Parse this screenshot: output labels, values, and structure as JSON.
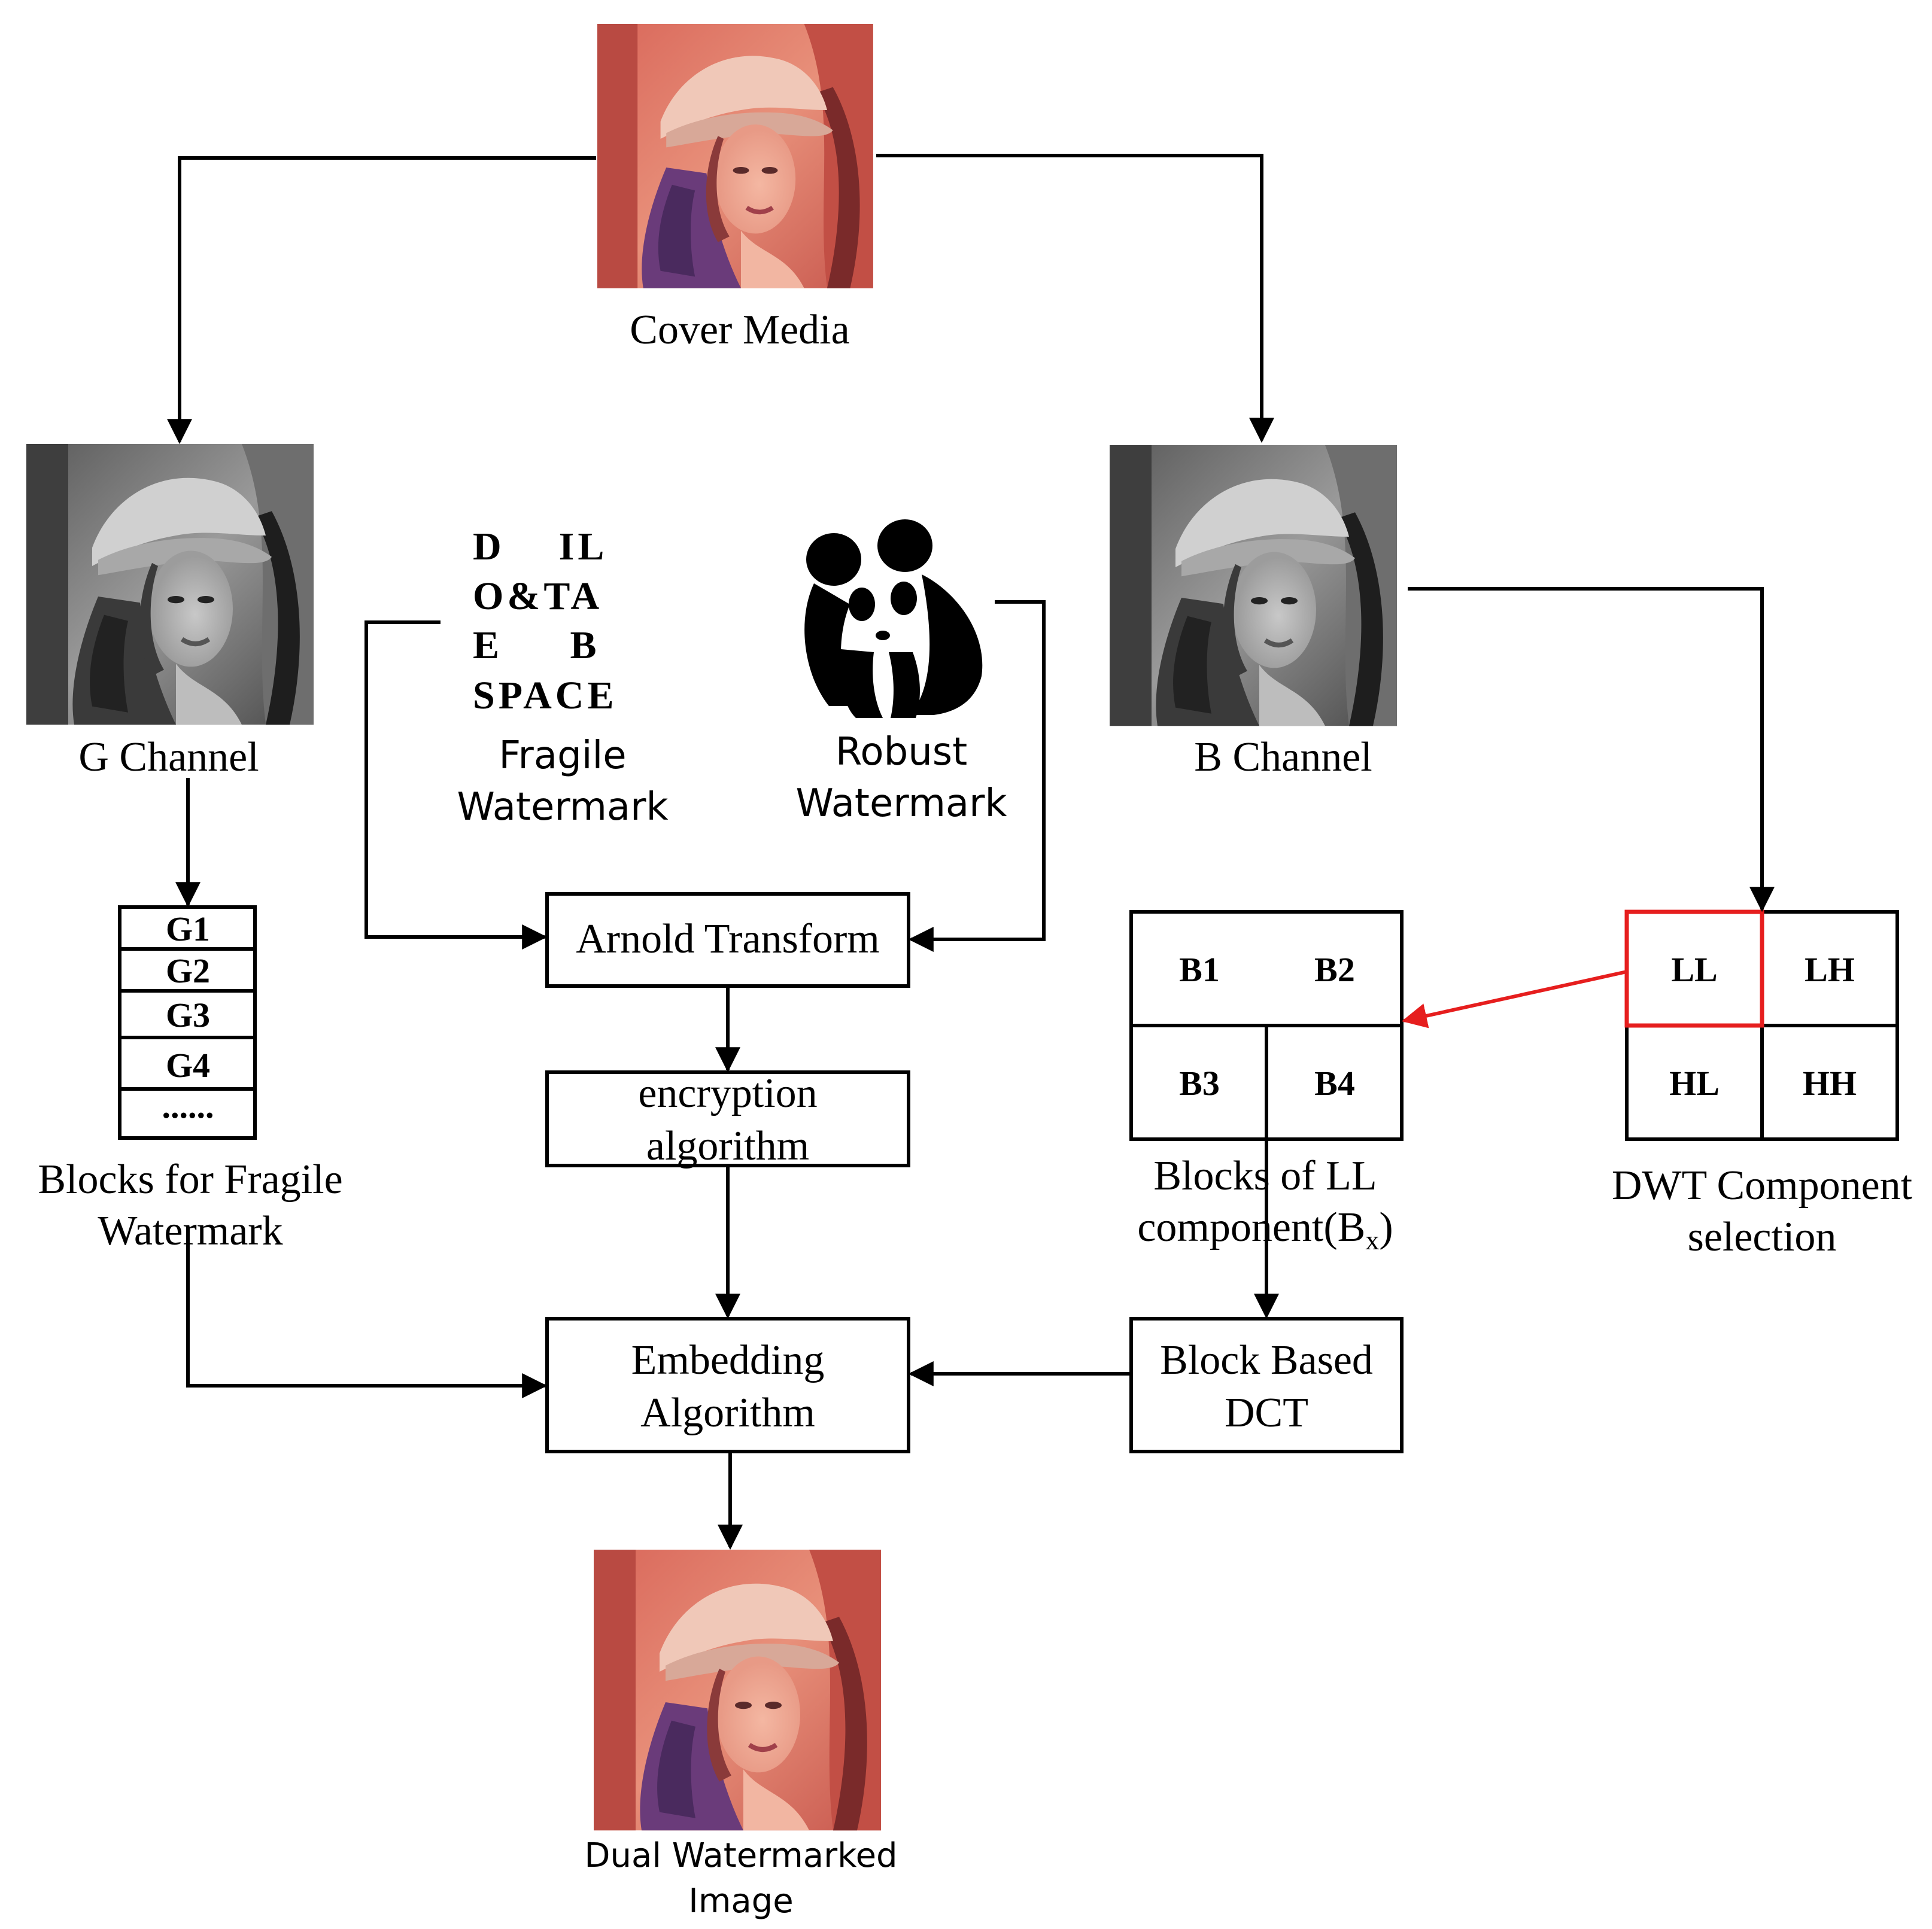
{
  "labels": {
    "cover_media": "Cover Media",
    "g_channel": "G Channel",
    "b_channel": "B Channel",
    "fragile_watermark_1": "Fragile",
    "fragile_watermark_2": "Watermark",
    "robust_watermark_1": "Robust",
    "robust_watermark_2": "Watermark",
    "blocks_fragile_1": "Blocks for Fragile",
    "blocks_fragile_2": "Watermark",
    "blocks_ll_1": "Blocks of LL",
    "blocks_ll_2": "component(B",
    "blocks_ll_sub": "x",
    "blocks_ll_3": ")",
    "dwt_1": "DWT Component",
    "dwt_2": "selection",
    "dual_1": "Dual Watermarked",
    "dual_2": "Image"
  },
  "process": {
    "arnold": "Arnold Transform",
    "encryption_1": "encryption",
    "encryption_2": "algorithm",
    "embedding_1": "Embedding",
    "embedding_2": "Algorithm",
    "dct_1": "Block Based",
    "dct_2": "DCT"
  },
  "g_blocks": [
    "G1",
    "G2",
    "G3",
    "G4",
    "......"
  ],
  "ll_blocks": [
    "B1",
    "B2",
    "B3",
    "B4"
  ],
  "dwt_quadrants": [
    "LL",
    "LH",
    "HL",
    "HH"
  ],
  "fragile_mark_text": {
    "row1": "D    IL",
    "row2": "O&TA",
    "row3": "E     B",
    "row4": "SPACE"
  },
  "colors": {
    "highlight": "#e61e1e",
    "line": "#000000"
  }
}
